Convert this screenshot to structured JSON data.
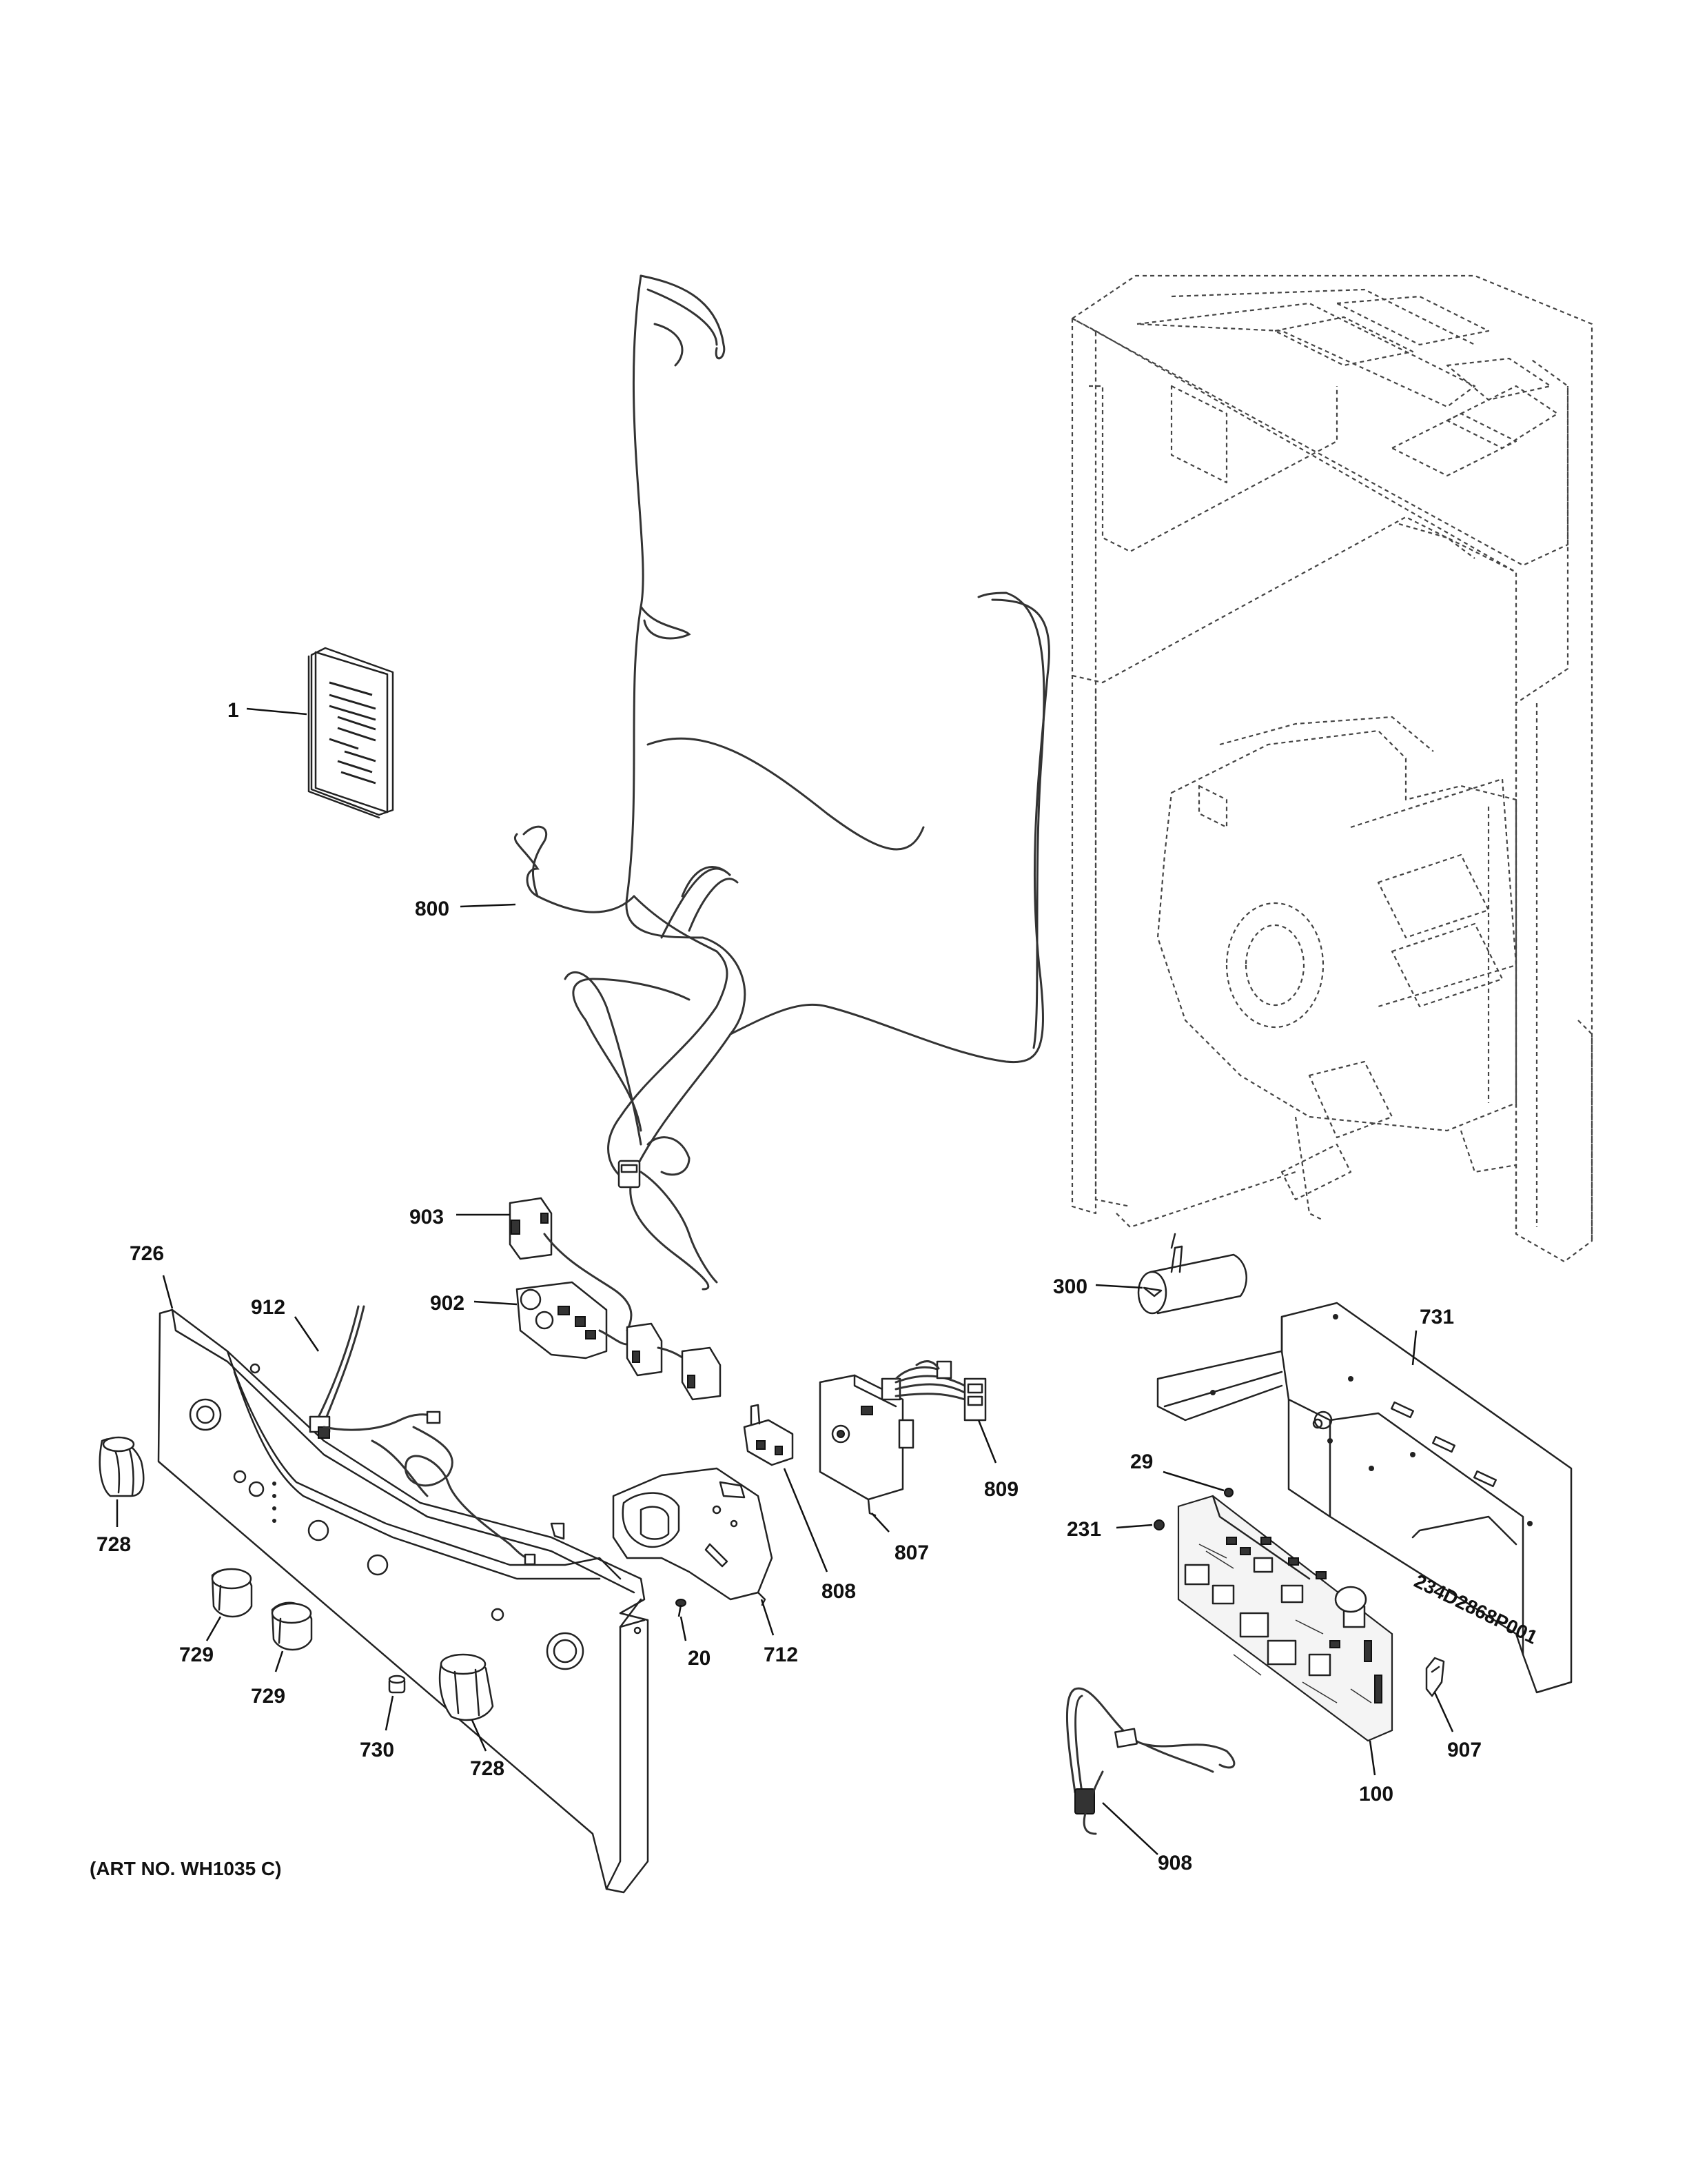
{
  "diagram": {
    "art_note": "(ART NO. WH1035 C)",
    "callouts": [
      {
        "id": "c1",
        "label": "1"
      },
      {
        "id": "c800",
        "label": "800"
      },
      {
        "id": "c903",
        "label": "903"
      },
      {
        "id": "c726",
        "label": "726"
      },
      {
        "id": "c902",
        "label": "902"
      },
      {
        "id": "c912",
        "label": "912"
      },
      {
        "id": "c728a",
        "label": "728"
      },
      {
        "id": "c729a",
        "label": "729"
      },
      {
        "id": "c729b",
        "label": "729"
      },
      {
        "id": "c730",
        "label": "730"
      },
      {
        "id": "c728b",
        "label": "728"
      },
      {
        "id": "c20",
        "label": "20"
      },
      {
        "id": "c712",
        "label": "712"
      },
      {
        "id": "c808",
        "label": "808"
      },
      {
        "id": "c807",
        "label": "807"
      },
      {
        "id": "c809",
        "label": "809"
      },
      {
        "id": "c300",
        "label": "300"
      },
      {
        "id": "c731",
        "label": "731"
      },
      {
        "id": "c29",
        "label": "29"
      },
      {
        "id": "c231",
        "label": "231"
      },
      {
        "id": "c907",
        "label": "907"
      },
      {
        "id": "c100",
        "label": "100"
      },
      {
        "id": "c908",
        "label": "908"
      }
    ],
    "bracket_marking": "234D2868P001"
  }
}
